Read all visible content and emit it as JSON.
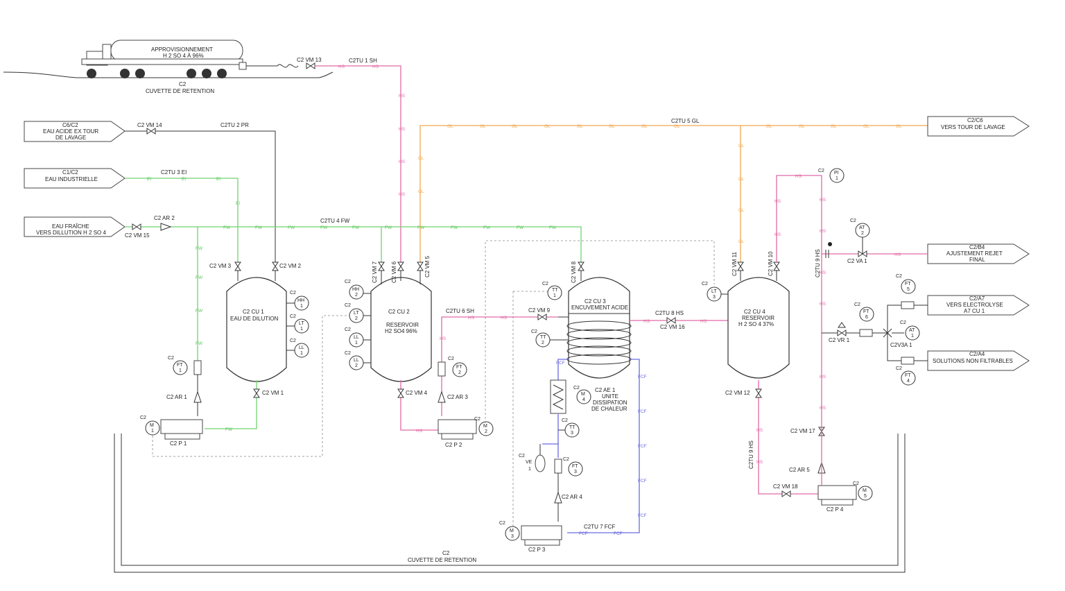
{
  "truck": {
    "label1": "APPROVISIONNEMENT",
    "label2": "H 2 SO 4 À 96%",
    "c2": "C2",
    "cuvette": "CUVETTE DE RETENTION"
  },
  "offpage": {
    "eau_acide": [
      "C6/C2",
      "EAU ACIDE EX TOUR",
      "DE LAVAGE"
    ],
    "eau_industrielle": [
      "C1/C2",
      "EAU INDUSTRIELLE"
    ],
    "eau_fraiche": [
      "EAU FRAÎCHE",
      "VERS DILLUTION H 2 SO 4"
    ],
    "tour_lavage": [
      "C2/C6",
      "VERS TOUR DE LAVAGE"
    ],
    "rejet_final": [
      "C2/B4",
      "AJUSTEMENT REJET",
      "FINAL"
    ],
    "electrolyse": [
      "C2/A7",
      "VERS ELECTROLYSE",
      "A7 CU 1"
    ],
    "non_filtrables": [
      "C2/A4",
      "SOLUTIONS NON FILTRABLES"
    ]
  },
  "lines": {
    "tu1": "C2TU  1  SH",
    "tu2": "C2TU  2  PR",
    "tu3": "C2TU  3  EI",
    "tu4": "C2TU  4  FW",
    "tu5": "C2TU  5  GL",
    "tu6": "C2TU  6  SH",
    "tu7": "C2TU  7 FCF",
    "tu8": "C2TU  8  HS",
    "tu9": "C2TU  9  HS"
  },
  "line_codes": {
    "hs": "HS",
    "gl": "GL",
    "fw": "FW",
    "ei": "EI",
    "fcf": "FCF"
  },
  "vessels": {
    "cu1": [
      "C2 CU  1",
      "EAU DE DILUTION"
    ],
    "cu2": [
      "C2 CU  2",
      "RESERVOIR",
      "H2 SO4 96%"
    ],
    "cu3": [
      "C2 CU  3",
      "ENCUVEMENT ACIDE"
    ],
    "cu4": [
      "C2 CU  4",
      "RESERVOIR",
      "H 2 SO 4  37%"
    ]
  },
  "heat_exchanger": [
    "C2 AE  1",
    "UNITE",
    "DISSIPATION",
    "DE CHALEUR"
  ],
  "valves": {
    "vm1": "C2 VM  1",
    "vm2": "C2 VM  2",
    "vm3": "C2 VM  3",
    "vm4": "C2 VM  4",
    "vm5": "C2 VM  5",
    "vm6": "C2 VM  6",
    "vm7": "C2 VM  7",
    "vm8": "C2 VM  8",
    "vm9": "C2 VM  9",
    "vm10": "C2 VM 10",
    "vm11": "C2 VM 11",
    "vm12": "C2 VM 12",
    "vm13": "C2 VM 13",
    "vm14": "C2 VM 14",
    "vm15": "C2 VM 15",
    "vm16": "C2 VM 16",
    "vm17": "C2 VM 17",
    "vm18": "C2 VM 18",
    "ar1": "C2 AR  1",
    "ar2": "C2 AR  2",
    "ar3": "C2 AR  3",
    "ar4": "C2 AR  4",
    "ar5": "C2 AR  5",
    "va1": "C2 VA  1",
    "vr1": "C2 VR  1",
    "v3a1": "C2V3A  1"
  },
  "pumps": {
    "p1": "C2  P  1",
    "p2": "C2  P  2",
    "p3": "C2  P  3",
    "p4": "C2  P  4"
  },
  "c2": "C2",
  "ve1": [
    "VE",
    "1"
  ],
  "cuvette_bottom": [
    "C2",
    "CUVETTE DE RETENTION"
  ]
}
